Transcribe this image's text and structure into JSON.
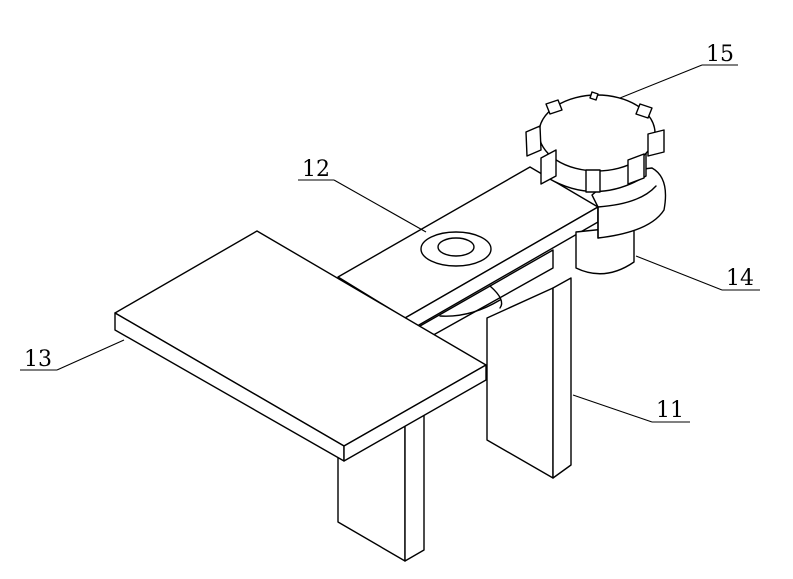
{
  "labels": {
    "part_11": "11",
    "part_12": "12",
    "part_13": "13",
    "part_14": "14",
    "part_15": "15"
  }
}
